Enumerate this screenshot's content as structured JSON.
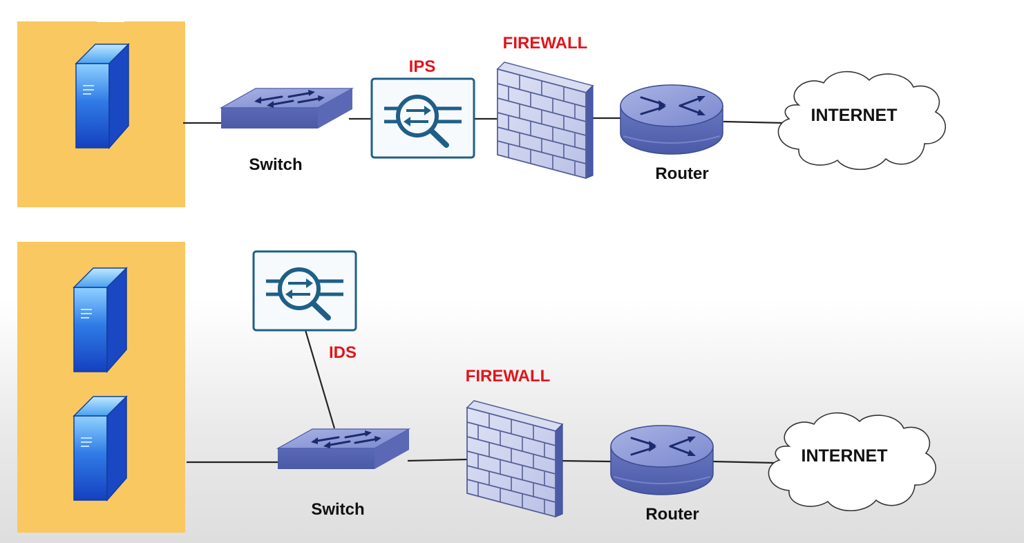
{
  "colors": {
    "lan_zone": "#f9c860",
    "accent_red": "#e2141b",
    "sensor_blue": "#1e5f87",
    "device_blue": "#7d8fd0"
  },
  "icons": [
    "server-icon",
    "switch-icon",
    "sensor-icon",
    "firewall-icon",
    "router-icon",
    "cloud-icon"
  ],
  "ips_diagram": {
    "switch_label": "Switch",
    "ips_label": "IPS",
    "firewall_label": "FIREWALL",
    "router_label": "Router",
    "internet_label": "INTERNET"
  },
  "ids_diagram": {
    "ids_label": "IDS",
    "switch_label": "Switch",
    "firewall_label": "FIREWALL",
    "router_label": "Router",
    "internet_label": "INTERNET"
  }
}
